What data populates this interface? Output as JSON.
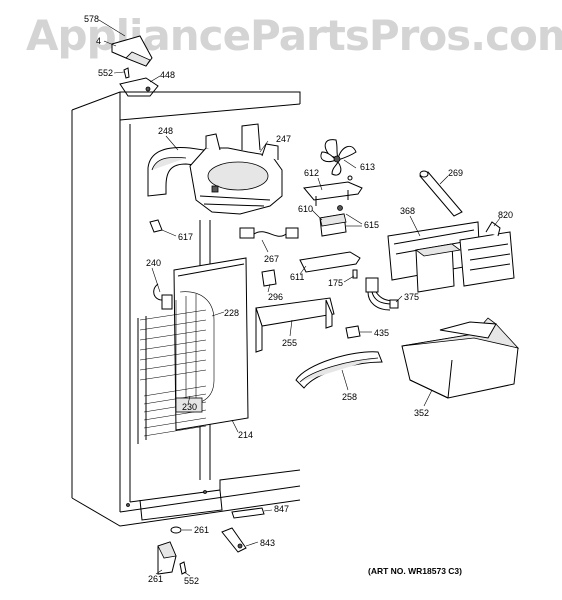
{
  "watermark": "AppliancePartsPros.com",
  "art_number": "(ART NO. WR18573 C3)",
  "callouts": {
    "p578": "578",
    "p4": "4",
    "p552_top": "552",
    "p448": "448",
    "p248": "248",
    "p247": "247",
    "p613": "613",
    "p612": "612",
    "p269": "269",
    "p368": "368",
    "p820": "820",
    "p610": "610",
    "p615": "615",
    "p617": "617",
    "p267": "267",
    "p240": "240",
    "p611": "611",
    "p175": "175",
    "p296": "296",
    "p375": "375",
    "p228": "228",
    "p435": "435",
    "p255": "255",
    "p258": "258",
    "p352": "352",
    "p230": "230",
    "p214": "214",
    "p847": "847",
    "p261_right": "261",
    "p843": "843",
    "p261_left": "261",
    "p552_bottom": "552"
  }
}
